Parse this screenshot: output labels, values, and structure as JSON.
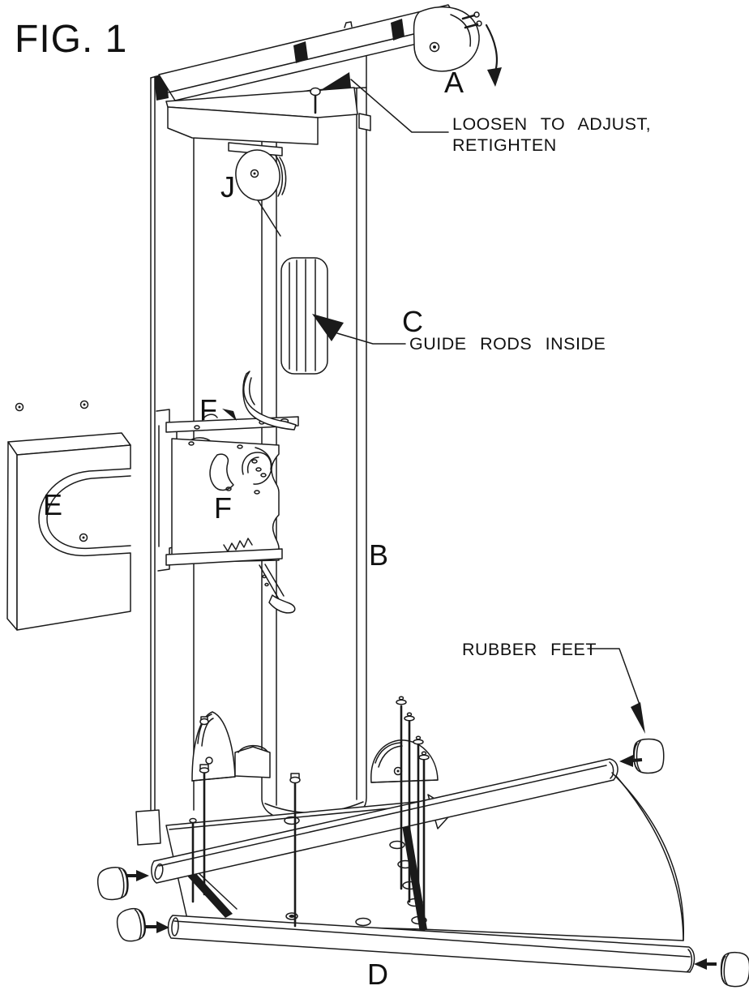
{
  "figure": {
    "title": "FIG. 1",
    "type": "exploded-assembly-diagram",
    "background_color": "#ffffff",
    "line_color": "#1a1a1a"
  },
  "part_labels": {
    "a": "A",
    "b": "B",
    "c": "C",
    "d": "D",
    "e": "E",
    "f_upper": "F",
    "f_lower": "F",
    "j": "J"
  },
  "annotations": {
    "loosen_line1": "LOOSEN TO ADJUST,",
    "loosen_line2": "RETIGHTEN",
    "guide_rods": "GUIDE RODS INSIDE",
    "rubber_feet": "RUBBER FEET"
  }
}
